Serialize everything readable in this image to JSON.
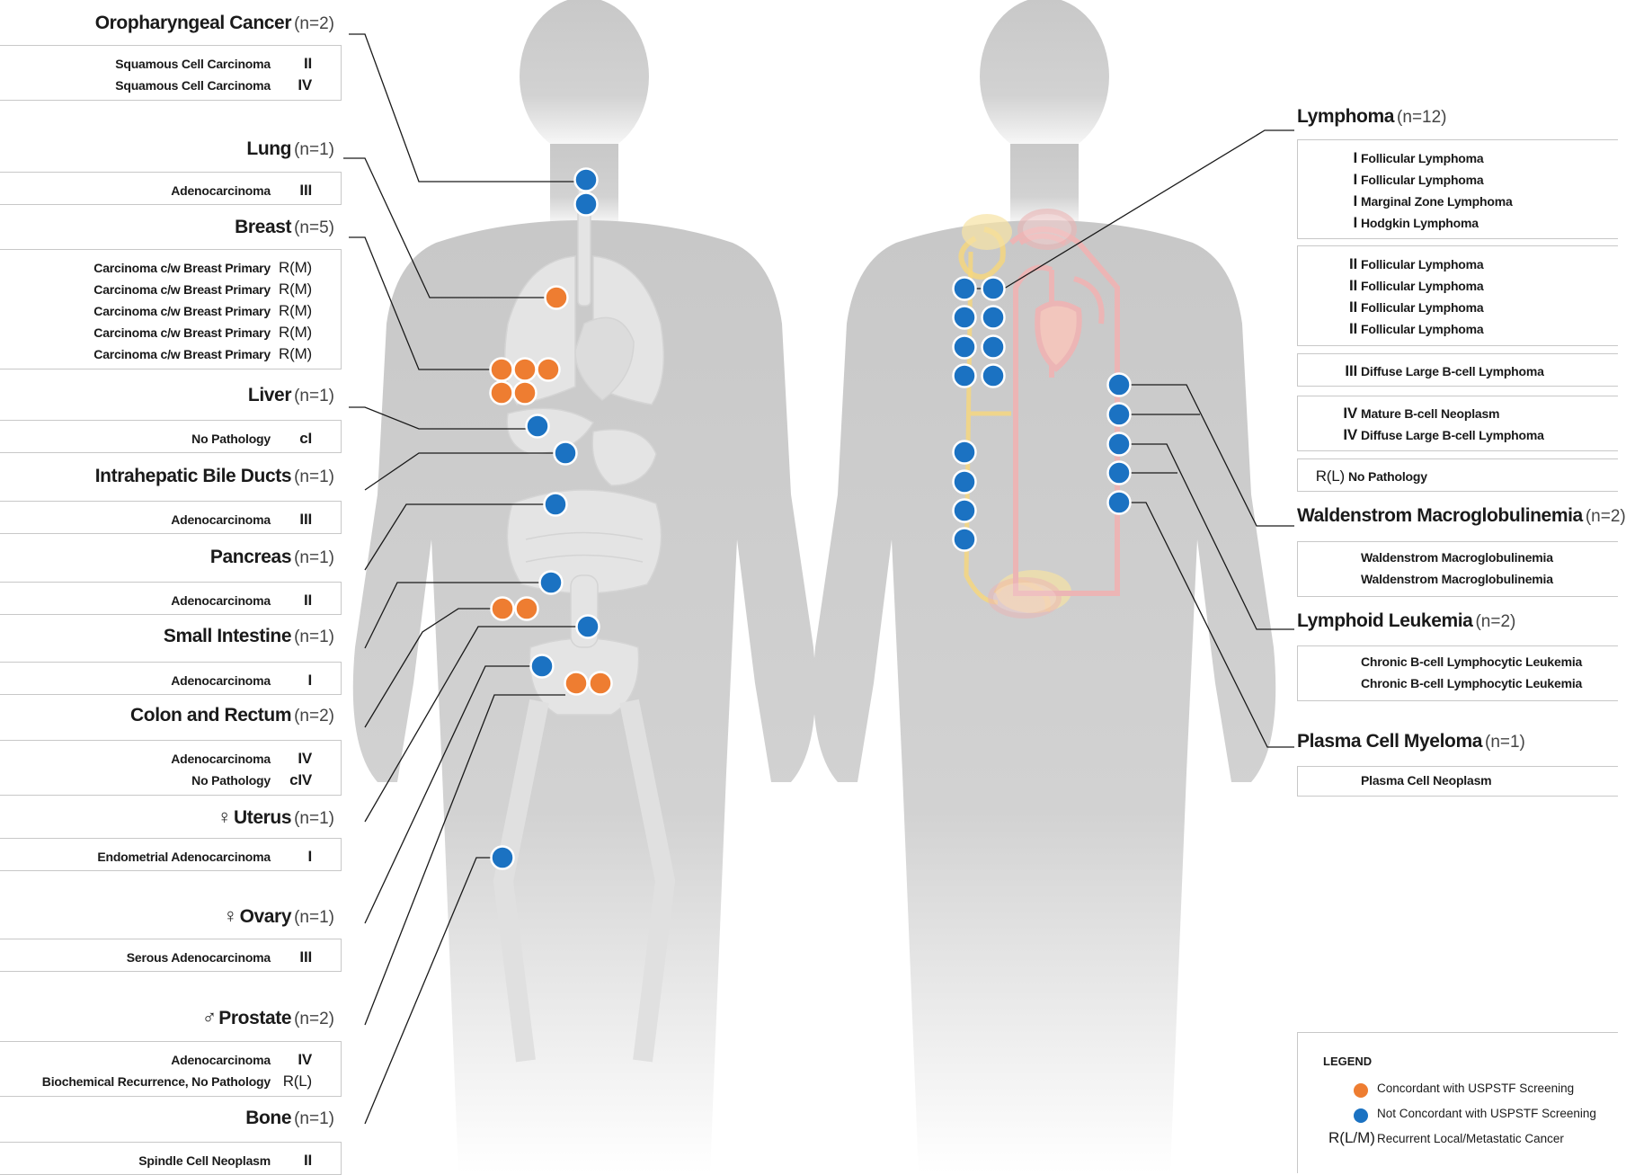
{
  "left_sites": [
    {
      "name": "Oropharyngeal Cancer",
      "count": "(n=2)",
      "entries": [
        {
          "text": "Squamous Cell Carcinoma",
          "stage": "II"
        },
        {
          "text": "Squamous Cell Carcinoma",
          "stage": "IV"
        }
      ]
    },
    {
      "name": "Lung",
      "count": "(n=1)",
      "entries": [
        {
          "text": "Adenocarcinoma",
          "stage": "III"
        }
      ]
    },
    {
      "name": "Breast",
      "count": "(n=5)",
      "entries": [
        {
          "text": "Carcinoma c/w Breast Primary",
          "stage": "R(M)"
        },
        {
          "text": "Carcinoma c/w Breast Primary",
          "stage": "R(M)"
        },
        {
          "text": "Carcinoma c/w Breast Primary",
          "stage": "R(M)"
        },
        {
          "text": "Carcinoma c/w Breast Primary",
          "stage": "R(M)"
        },
        {
          "text": "Carcinoma c/w Breast Primary",
          "stage": "R(M)"
        }
      ]
    },
    {
      "name": "Liver",
      "count": "(n=1)",
      "entries": [
        {
          "text": "No Pathology",
          "stage": "cI"
        }
      ]
    },
    {
      "name": "Intrahepatic Bile Ducts",
      "count": "(n=1)",
      "entries": [
        {
          "text": "Adenocarcinoma",
          "stage": "III"
        }
      ]
    },
    {
      "name": "Pancreas",
      "count": "(n=1)",
      "entries": [
        {
          "text": "Adenocarcinoma",
          "stage": "II"
        }
      ]
    },
    {
      "name": "Small Intestine",
      "count": "(n=1)",
      "entries": [
        {
          "text": "Adenocarcinoma",
          "stage": "I"
        }
      ]
    },
    {
      "name": "Colon and Rectum",
      "count": "(n=2)",
      "entries": [
        {
          "text": "Adenocarcinoma",
          "stage": "IV"
        },
        {
          "text": "No Pathology",
          "stage": "cIV"
        }
      ]
    },
    {
      "name": "Uterus",
      "count": "(n=1)",
      "symbol": "♀",
      "entries": [
        {
          "text": "Endometrial Adenocarcinoma",
          "stage": "I"
        }
      ]
    },
    {
      "name": "Ovary",
      "count": "(n=1)",
      "symbol": "♀",
      "entries": [
        {
          "text": "Serous Adenocarcinoma",
          "stage": "III"
        }
      ]
    },
    {
      "name": "Prostate",
      "count": "(n=2)",
      "symbol": "♂",
      "entries": [
        {
          "text": "Adenocarcinoma",
          "stage": "IV"
        },
        {
          "text": "Biochemical Recurrence, No Pathology",
          "stage": "R(L)"
        }
      ]
    },
    {
      "name": "Bone",
      "count": "(n=1)",
      "entries": [
        {
          "text": "Spindle Cell Neoplasm",
          "stage": "II"
        }
      ]
    }
  ],
  "right_sites": [
    {
      "name": "Lymphoma",
      "count": "(n=12)",
      "groups": [
        [
          {
            "stage": "I",
            "text": "Follicular Lymphoma"
          },
          {
            "stage": "I",
            "text": "Follicular Lymphoma"
          },
          {
            "stage": "I",
            "text": "Marginal Zone Lymphoma"
          },
          {
            "stage": "I",
            "text": "Hodgkin Lymphoma"
          }
        ],
        [
          {
            "stage": "II",
            "text": "Follicular Lymphoma"
          },
          {
            "stage": "II",
            "text": "Follicular Lymphoma"
          },
          {
            "stage": "II",
            "text": "Follicular Lymphoma"
          },
          {
            "stage": "II",
            "text": "Follicular Lymphoma"
          }
        ],
        [
          {
            "stage": "III",
            "text": "Diffuse Large B-cell Lymphoma"
          }
        ],
        [
          {
            "stage": "IV",
            "text": "Mature B-cell Neoplasm"
          },
          {
            "stage": "IV",
            "text": "Diffuse Large B-cell Lymphoma"
          }
        ],
        [
          {
            "stage": "R(L)",
            "text": "No Pathology"
          }
        ]
      ]
    },
    {
      "name": "Waldenstrom Macroglobulinemia",
      "count": "(n=2)",
      "groups": [
        [
          {
            "stage": "",
            "text": "Waldenstrom Macroglobulinemia"
          },
          {
            "stage": "",
            "text": "Waldenstrom Macroglobulinemia"
          }
        ]
      ]
    },
    {
      "name": "Lymphoid Leukemia",
      "count": "(n=2)",
      "groups": [
        [
          {
            "stage": "",
            "text": "Chronic B-cell Lymphocytic Leukemia"
          },
          {
            "stage": "",
            "text": "Chronic B-cell Lymphocytic Leukemia"
          }
        ]
      ]
    },
    {
      "name": "Plasma Cell Myeloma",
      "count": "(n=1)",
      "groups": [
        [
          {
            "stage": "",
            "text": "Plasma Cell Neoplasm"
          }
        ]
      ]
    }
  ],
  "legend": {
    "title": "LEGEND",
    "items": [
      {
        "label": "Concordant with USPSTF Screening",
        "color": "#ee7d31"
      },
      {
        "label": "Not Concordant with USPSTF Screening",
        "color": "#1b72c2"
      },
      {
        "symbol": "R(L/M)",
        "label": "Recurrent Local/Metastatic Cancer"
      }
    ]
  },
  "colors": {
    "concordant": "#ee7d31",
    "not_concordant": "#1b72c2",
    "silhouette": "#c9c9c9",
    "organ": "#e3e3e3",
    "vessel": "#e9a3a3",
    "lymph": "#f7d77a"
  }
}
